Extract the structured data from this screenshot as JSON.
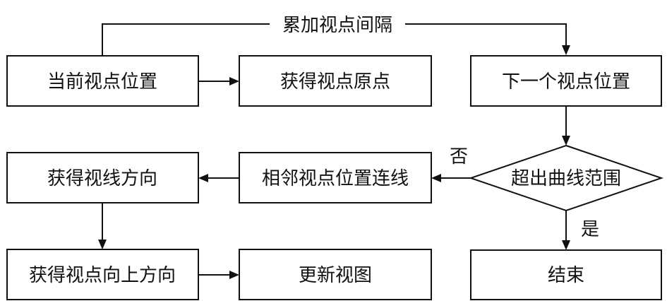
{
  "nodes": {
    "current_viewpoint": "当前视点位置",
    "get_viewpoint_origin": "获得视点原点",
    "next_viewpoint": "下一个视点位置",
    "exceed_curve_range": "超出曲线范围",
    "connect_adjacent_viewpoints": "相邻视点位置连线",
    "get_view_direction": "获得视线方向",
    "get_up_direction": "获得视点向上方向",
    "update_view": "更新视图",
    "end": "结束"
  },
  "edges": {
    "accumulate_interval": "累加视点间隔",
    "no": "否",
    "yes": "是"
  }
}
